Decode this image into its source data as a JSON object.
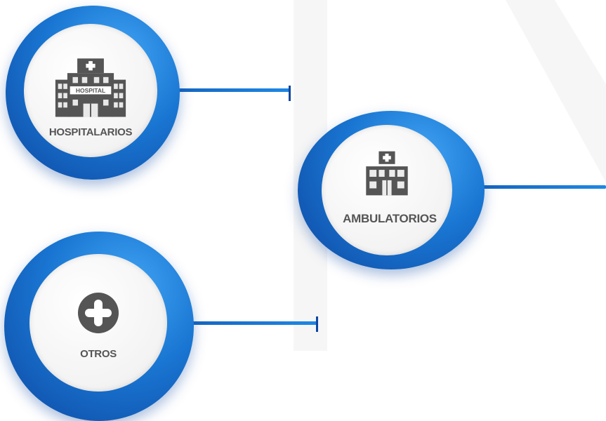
{
  "nodes": [
    {
      "id": "hospitalarios",
      "label": "HOSPITALARIOS",
      "icon": "hospital-building-icon",
      "icon_text": "HOSPITAL"
    },
    {
      "id": "ambulatorios",
      "label": "AMBULATORIOS",
      "icon": "clinic-building-icon"
    },
    {
      "id": "otros",
      "label": "OTROS",
      "icon": "plus-circle-icon"
    }
  ],
  "colors": {
    "ring_dark": "#0d47a1",
    "ring_mid": "#1976d2",
    "ring_light": "#42a5f5",
    "icon_gray": "#555555",
    "inner_white": "#f3f3f3"
  }
}
